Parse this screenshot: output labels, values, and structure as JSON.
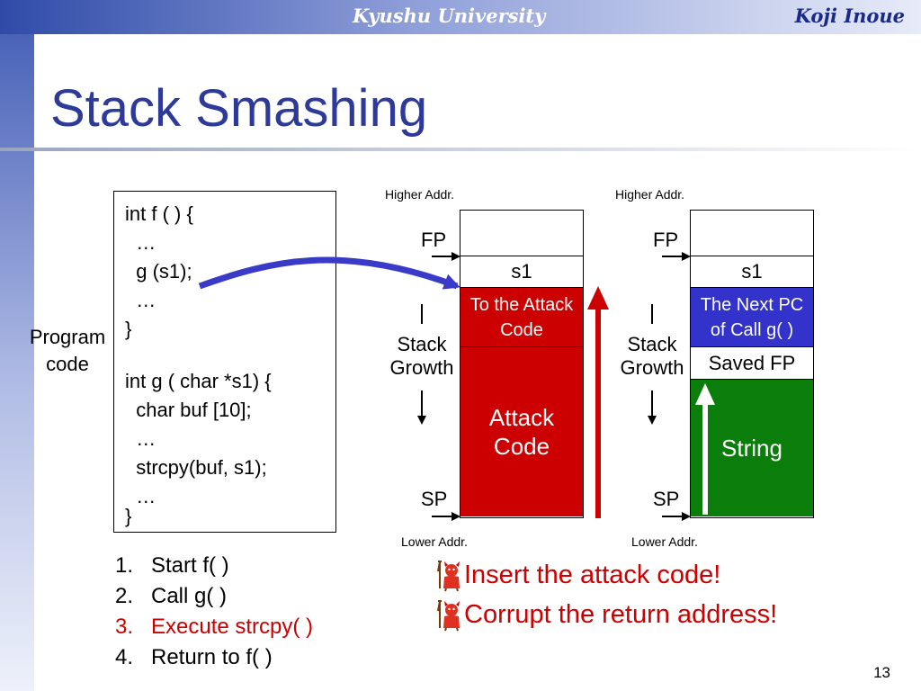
{
  "header": {
    "left": "Kyushu University",
    "right": "Koji Inoue"
  },
  "title": "Stack Smashing",
  "program_label": "Program code",
  "code_lines": [
    "int f ( ) {",
    "  …",
    "  g (s1);",
    "  …",
    "}",
    "",
    "int g ( char *s1) {",
    "  char buf [10];",
    "  …",
    "  strcpy(buf, s1);",
    "  …",
    "}"
  ],
  "diagram_left": {
    "higher": "Higher Addr.",
    "lower": "Lower Addr.",
    "fp": "FP",
    "sp": "SP",
    "growth_line1": "Stack",
    "growth_line2": "Growth",
    "cells": {
      "s1": "s1",
      "ret": "To the Attack Code",
      "body": "Attack Code"
    },
    "colors": {
      "ret": "#cc0000",
      "body": "#cc0000"
    }
  },
  "diagram_right": {
    "higher": "Higher Addr.",
    "lower": "Lower Addr.",
    "fp": "FP",
    "sp": "SP",
    "growth_line1": "Stack",
    "growth_line2": "Growth",
    "cells": {
      "s1": "s1",
      "ret": "The Next PC of Call g( )",
      "saved": "Saved FP",
      "body": "String"
    },
    "colors": {
      "ret": "#3333cc",
      "body": "#0b7d0b"
    }
  },
  "steps": [
    {
      "num": "1.",
      "text": "Start f( )",
      "highlight": false
    },
    {
      "num": "2.",
      "text": "Call g( )",
      "highlight": false
    },
    {
      "num": "3.",
      "text": "Execute strcpy( )",
      "highlight": true
    },
    {
      "num": "4.",
      "text": "Return to f( )",
      "highlight": false
    }
  ],
  "callouts": [
    {
      "icon": "devil-icon",
      "text": "Insert the attack code!"
    },
    {
      "icon": "devil-icon",
      "text": "Corrupt the return address!"
    }
  ],
  "page_number": "13"
}
